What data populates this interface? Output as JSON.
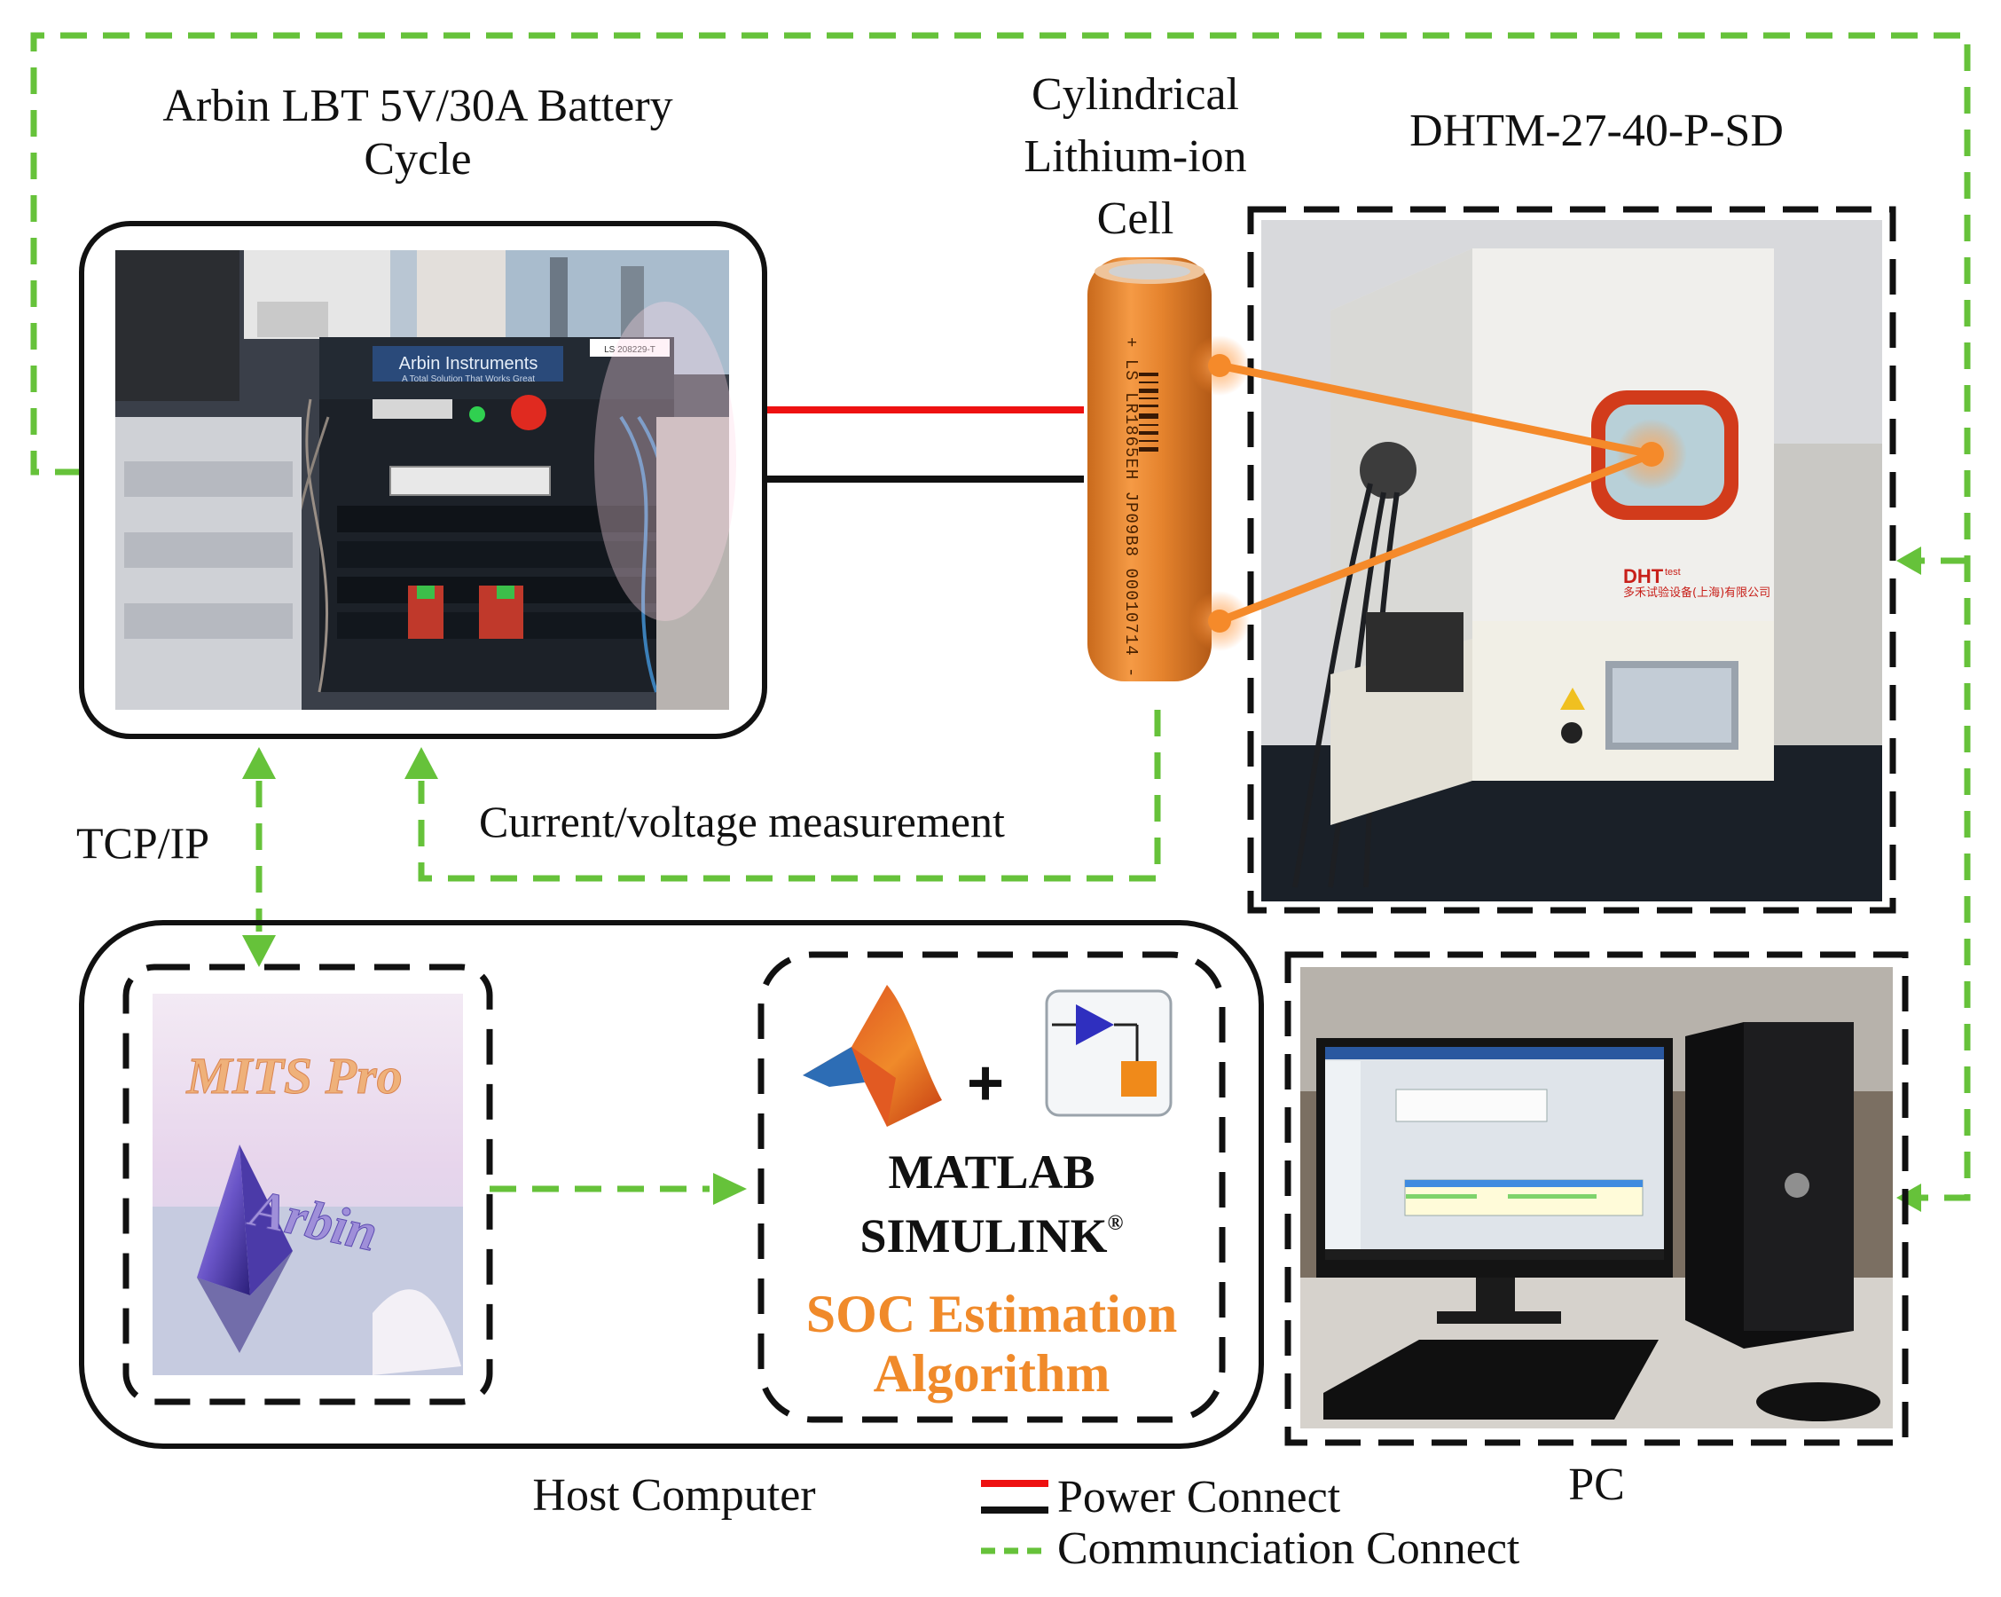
{
  "title_arbin": [
    "Arbin LBT 5V/30A Battery",
    "Cycle"
  ],
  "title_cell": [
    "Cylindrical",
    "Lithium-ion",
    "Cell"
  ],
  "title_chamber": "DHTM-27-40-P-SD",
  "label_tcpip": "TCP/IP",
  "label_measurement": "Current/voltage measurement",
  "label_host": "Host Computer",
  "label_pc": "PC",
  "mits_text": "MITS Pro",
  "arbin_logo_text": "Arbin",
  "plus_sign": "+",
  "matlab_text": "MATLAB",
  "simulink_text": "SIMULINK",
  "registered_mark": "®",
  "soc_lines": [
    "SOC Estimation",
    "Algorithm"
  ],
  "arbin_panel_brand": "Arbin Instruments",
  "arbin_panel_tagline": "A Total Solution That Works Great",
  "arbin_panel_serial": "LS 208229-T",
  "cell_print": "+ LS LR1865EH JP09B8 00010714 -",
  "chamber_brand": "DHT",
  "chamber_brand_sup": "test",
  "chamber_company": "多禾试验设备(上海)有限公司",
  "legend": {
    "power": "Power Connect",
    "communication": "Communciation Connect"
  },
  "colors": {
    "power_positive": "#ee1111",
    "power_negative": "#111111",
    "communication": "#66c23a",
    "orange_highlight": "#f58a2a",
    "box_border": "#111111"
  }
}
